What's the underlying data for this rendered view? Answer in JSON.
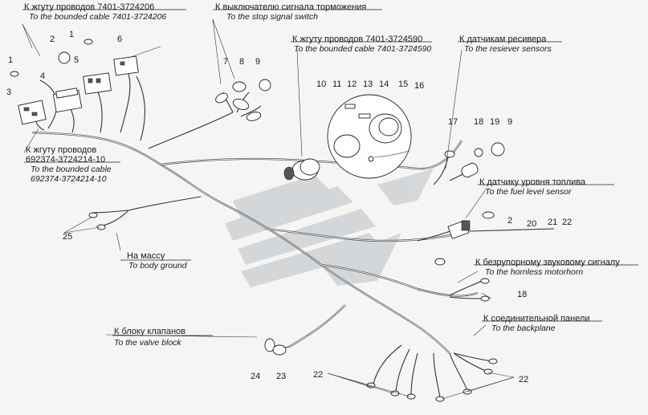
{
  "labels": {
    "cable_7401_206_ru": "К жгуту проводов 7401-3724206",
    "cable_7401_206_en": "To the bounded cable 7401-3724206",
    "stop_switch_ru": "К выключателю сигнала торможения",
    "stop_switch_en": "To the stop signal switch",
    "cable_7401_590_ru": "К жгуту проводов 7401-3724590",
    "cable_7401_590_en": "To the bounded cable 7401-3724590",
    "receiver_ru": "К датчикам ресивера",
    "receiver_en": "To the resiever sensors",
    "cable_692374_ru_1": "К жгуту проводов",
    "cable_692374_ru_2": "692374-3724214-10",
    "cable_692374_en_1": "To the bounded cable",
    "cable_692374_en_2": "692374-3724214-10",
    "fuel_ru": "К датчику уровня топлива",
    "fuel_en": "To the fuel level sensor",
    "ground_ru": "На массу",
    "ground_en": "To body ground",
    "horn_ru": "К безрупорному звуковому сигналу",
    "horn_en": "To the hornless motorhorn",
    "valve_ru": "К блоку клапанов",
    "valve_en": "To the valve block",
    "backplane_ru": "К соединительной панели",
    "backplane_en": "To the backplane"
  },
  "callouts": {
    "n1a": "1",
    "n1b": "1",
    "n2a": "2",
    "n2b": "2",
    "n3": "3",
    "n4": "4",
    "n5": "5",
    "n6": "6",
    "n7": "7",
    "n8": "8",
    "n9a": "9",
    "n9b": "9",
    "n10": "10",
    "n11": "11",
    "n12": "12",
    "n13": "13",
    "n14": "14",
    "n15": "15",
    "n16": "16",
    "n17": "17",
    "n18a": "18",
    "n18b": "18",
    "n19": "19",
    "n20": "20",
    "n21": "21",
    "n22a": "22",
    "n22b": "22",
    "n22c": "22",
    "n23": "23",
    "n24": "24",
    "n25": "25"
  },
  "colors": {
    "ink": "#222222",
    "logo": "#c9cdd0",
    "background": "#f7f5f4"
  },
  "icons": [
    "connector-block-icon",
    "ring-terminal-icon",
    "round-connector-icon",
    "logo-mark-icon"
  ]
}
